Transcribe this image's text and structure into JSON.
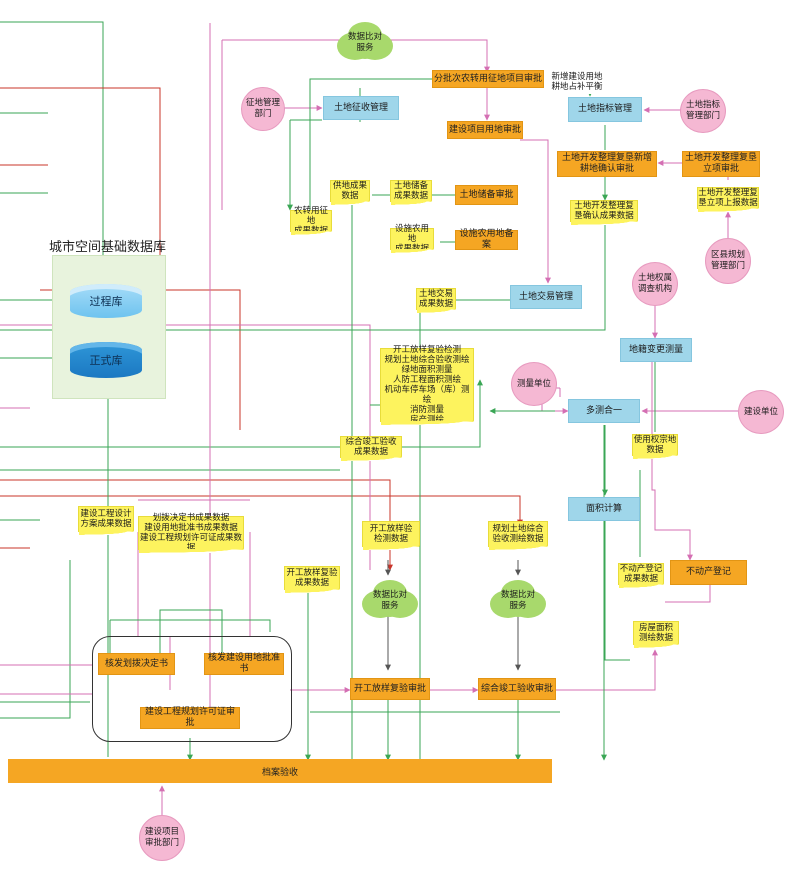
{
  "database": {
    "title": "城市空间基础数据库",
    "temp_store": "过程库",
    "formal_store": "正式库"
  },
  "process_nodes": {
    "farmland_conversion_approval": "分批次农转用征地项目审批",
    "land_acquisition_mgmt": "土地征收管理",
    "construction_land_preapproval": "建设项目用地审批",
    "land_index_mgmt": "土地指标管理",
    "land_dev_newland_confirm": "土地开发整理复垦新增\n耕地确认审批",
    "land_dev_project_approval": "土地开发整理复垦\n立项审批",
    "land_reserve_approval": "土地储备审批",
    "collective_land_record": "设施农用地备案",
    "land_transaction_mgmt": "土地交易管理",
    "cadastral_survey": "地籍变更测量",
    "multi_survey_merge": "多测合一",
    "area_calculation": "面积计算",
    "real_estate_registration": "不动产登记",
    "issue_planning_decision": "核发划拨决定书",
    "issue_land_use_permit": "核发建设用地批准书",
    "engineering_permit_approval": "建设工程规划许可证审批",
    "construction_layout_check": "开工放样复验审批",
    "completion_acceptance": "综合竣工验收审批",
    "archive_acceptance": "档案验收"
  },
  "actors": {
    "land_acq_dept": "征地管理\n部门",
    "index_dept": "土地指标\n管理部门",
    "district_dept": "区县规划\n管理部门",
    "land_rights_survey": "土地权属\n调查机构",
    "survey_unit": "测量单位",
    "build_unit": "建设单位",
    "approval_dept": "建设项目\n审批部门"
  },
  "services": {
    "data_compare_top": "数据比对\n服务",
    "data_compare_mid": "数据比对\n服务",
    "data_compare_right": "数据比对\n服务"
  },
  "data_notes": {
    "new_construction_balance": "新增建设用地\n耕地占补平衡",
    "land_supply_result": "供地成果\n数据",
    "land_reserve_result": "土地储备\n成果数据",
    "farmland_acq_result": "农转用征地\n成果数据",
    "collective_land_result": "设施农用地\n成果数据",
    "land_dev_confirm_result": "土地开发整理复\n垦确认成果数据",
    "land_dev_project_result": "土地开发整理复\n垦立项上报数据",
    "land_transaction_result": "土地交易\n成果数据",
    "survey_list": "开工放样复验检测\n规划土地综合验收测绘\n绿地面积测量\n人防工程面积测绘\n机动车停车场（库）测绘\n消防测量\n房产测绘",
    "completion_acceptance_result": "综合竣工验收\n成果数据",
    "use_rights_data": "使用权宗地\n数据",
    "design_scheme_result": "建设工程设计\n方案成果数据",
    "planning_permit_results": "划拨决定书成果数据\n建设用地批准书成果数据\n建设工程规划许可证成果数据",
    "layout_check_data": "开工放样验\n检测数据",
    "comprehensive_acceptance_data": "规划土地综合\n验收测绘数据",
    "layout_recheck_result": "开工放样复验\n成果数据",
    "real_estate_result": "不动产登记\n成果数据",
    "house_area_data": "房屋面积\n测绘数据"
  },
  "colors": {
    "process_box": "#f5a623",
    "management_box": "#9fd6ea",
    "actor": "#f5b8d3",
    "service": "#a8d96c",
    "data_note": "#fdf35e",
    "database_panel": "#e8f3dd",
    "wire_green": "#3aa655",
    "wire_pink": "#d46fb3",
    "wire_red": "#c9342a",
    "wire_dark": "#555555"
  }
}
